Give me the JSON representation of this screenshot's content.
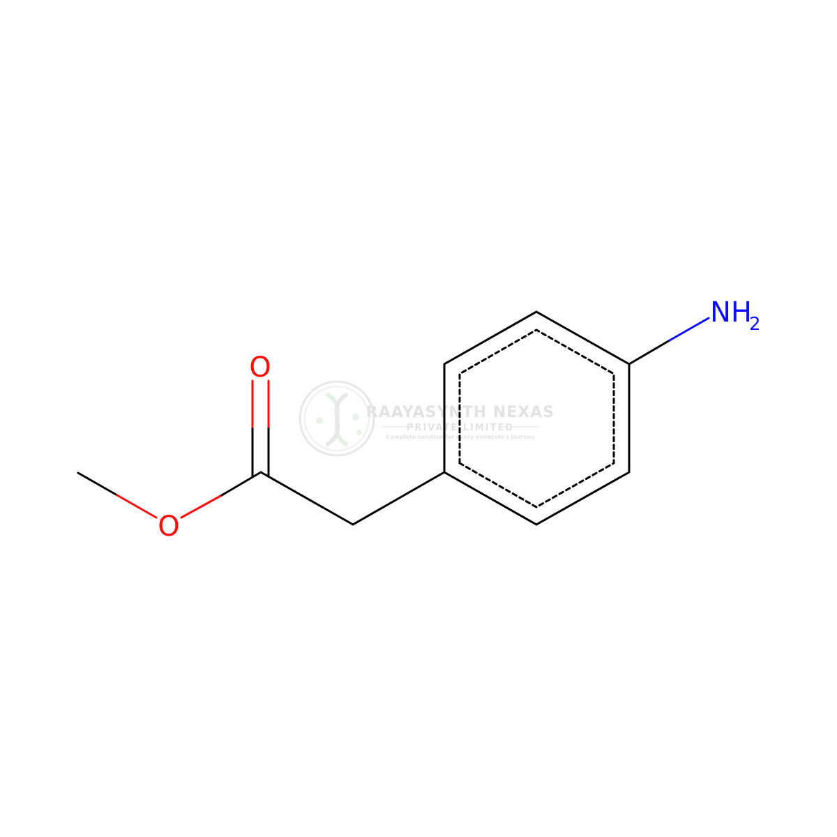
{
  "molecule": {
    "atoms": {
      "carbonyl_oxygen": "O",
      "ester_oxygen": "O",
      "amine": "NH",
      "amine_subscript": "2"
    },
    "colors": {
      "carbon_bond": "#000000",
      "oxygen": "#ff0d0d",
      "nitrogen": "#0d0dff"
    }
  },
  "watermark": {
    "name": "RAAYASYNTH NEXAS",
    "subtitle": "PRIVATE LIMITED",
    "tagline": "Complete solution for every molecule's journey",
    "color": "#c8c8c8",
    "logo_icon": "dna-helix-icon"
  }
}
